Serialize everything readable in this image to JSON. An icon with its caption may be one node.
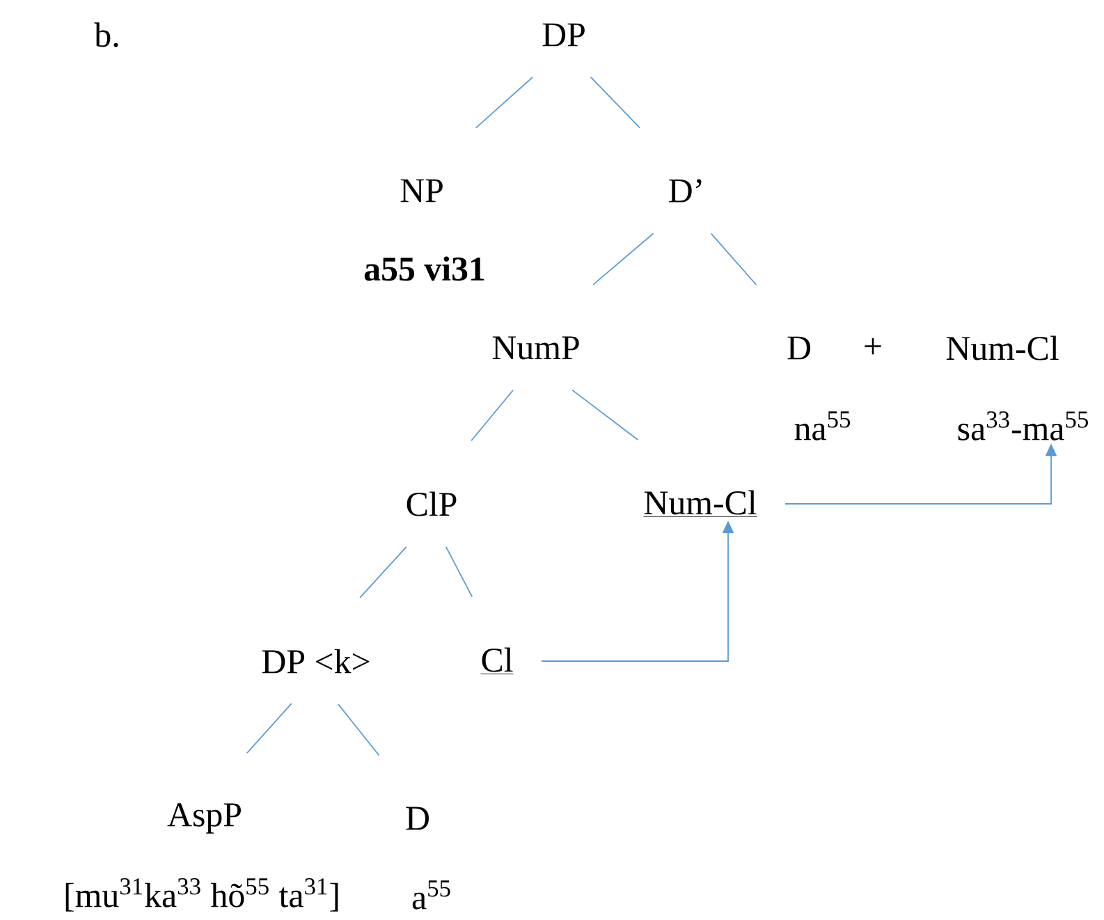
{
  "diagram": {
    "nodes": [
      {
        "text": [
          "DP"
        ]
      },
      {
        "text": [
          "NP"
        ],
        "beside": [
          "a55 vi31"
        ]
      },
      {
        "text": [
          "D’"
        ]
      },
      {
        "text": [
          "NumP"
        ]
      },
      {
        "text": [
          "D"
        ],
        "beside": [
          "na$^{55}$"
        ]
      },
      {
        "text": [
          "Num-Cl"
        ],
        "beside": [
          "sa$^{33}$-ma$^{55}$"
        ]
      },
      {
        "text": [
          "ClP"
        ]
      },
      {
        "text": [
          "Num-Cl"
        ]
      },
      {
        "text": [
          "DP <k>"
        ]
      },
      {
        "text": [
          "Cl"
        ]
      },
      {
        "text": [
          "AspP"
        ],
        "beside": [
          "[mu$^{31}$ka$^{33}$ hõ$^{55}$ ta$^{31}$]"
        ]
      },
      {
        "text": [
          "D"
        ],
        "beside": [
          "a$^{55}$"
        ]
      }
    ],
    "edges": [
      {
        "from": 0,
        "to": 1,
        "arrow": "none"
      },
      {
        "from": 0,
        "to": 2,
        "arrow": "none"
      },
      {
        "from": 2,
        "to": 3,
        "arrow": "none"
      },
      {
        "from": 2,
        "to": 4,
        "arrow": "none"
      },
      {
        "from": 3,
        "to": 6,
        "arrow": "none"
      },
      {
        "from": 3,
        "to": 7,
        "arrow": "none"
      },
      {
        "from": 6,
        "to": 8,
        "arrow": "none"
      },
      {
        "from": 6,
        "to": 9,
        "arrow": "none"
      },
      {
        "from": 8,
        "to": 10,
        "arrow": "none"
      },
      {
        "from": 8,
        "to": 11,
        "arrow": "none"
      },
      {
        "from": 9,
        "to": 7,
        "arrow": "to"
      },
      {
        "from": 7,
        "to": 5,
        "arrow": "to"
      }
    ],
    "labels": [
      "b.",
      "+"
    ]
  }
}
